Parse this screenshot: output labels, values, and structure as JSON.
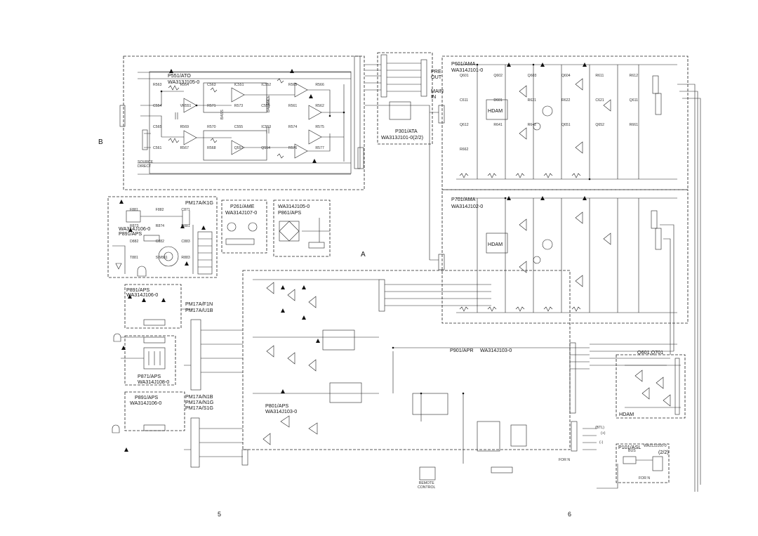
{
  "page": {
    "left_page_number": "5",
    "right_page_number": "6",
    "connector_left": "B",
    "connector_mid": "A"
  },
  "blocks": {
    "p551": {
      "name": "P551/ATO",
      "part": "WA313J105-0",
      "switch": "SOURCE\nDIRECT",
      "balance": "BALANCE",
      "bass": "BASS"
    },
    "p301": {
      "out_label": "PRE\nOUT",
      "in_label": "MAIN\nIN",
      "name": "P301/ATA",
      "part": "WA313J101-0(2/2)"
    },
    "p601": {
      "name": "P601/AMA",
      "part": "WA314J101-0",
      "module": "HDAM"
    },
    "p701": {
      "name": "P701/AMA",
      "part": "WA314J102-0",
      "module": "HDAM"
    },
    "pm17a_k1g": {
      "name": "PM17A/K1G",
      "part": "WA314J106-0",
      "sub": "P891/APS"
    },
    "p261": {
      "name": "P261/AME",
      "part": "WA314J107-0"
    },
    "p861": {
      "part": "WA314J105-0",
      "name": "P861/APS"
    },
    "p891_b": {
      "name": "P891/APS",
      "part": "WA314J106-0",
      "models": "PM17A/F1N\nPM17A/U1B"
    },
    "p871": {
      "name": "P871/APS",
      "part": "WA314J108-0"
    },
    "p891_c": {
      "name": "P891/APS",
      "part": "WA314J106-0",
      "models": "PM17A/N1B\nPM17A/N1G\nPM17A/S1G"
    },
    "p801": {
      "name": "P801/APS",
      "part": "WA314J103-0"
    },
    "p901": {
      "name": "P901/APR",
      "part": "WA314J103-0"
    },
    "q601": {
      "name": "Q601,Q701",
      "module": "HDAM"
    },
    "p101": {
      "name": "P101/ASL",
      "part": "WA313J100-0",
      "sheet": "(2/2)",
      "bus": "BUS",
      "for_n": "FOR N"
    },
    "speaker": {
      "btl": "(BTL)",
      "plus": "(+)",
      "minus": "(-)",
      "for_n": "FOR N"
    },
    "remote": {
      "label": "REMOTE\nCONTROL"
    }
  },
  "components": {
    "top_left": [
      "R563",
      "R564",
      "C563",
      "IC551",
      "IC552",
      "R565",
      "R566",
      "C554",
      "VR551",
      "R571",
      "R573",
      "C559",
      "R561",
      "R562",
      "C565",
      "R569",
      "R570",
      "C555",
      "IC553",
      "R574",
      "R575",
      "C561",
      "R567",
      "R568",
      "Q553",
      "Q554",
      "R576",
      "R577"
    ],
    "power": [
      "F881",
      "F882",
      "C871",
      "R873",
      "R874",
      "D881",
      "D882",
      "C882",
      "C883",
      "T881",
      "SW881",
      "R883"
    ],
    "amp": [
      "Q601",
      "Q602",
      "Q603",
      "Q604",
      "R611",
      "R612",
      "C611",
      "D601",
      "R621",
      "R622",
      "C621",
      "Q611",
      "Q612",
      "R641",
      "R642",
      "Q651",
      "Q652",
      "R661",
      "R662"
    ]
  }
}
